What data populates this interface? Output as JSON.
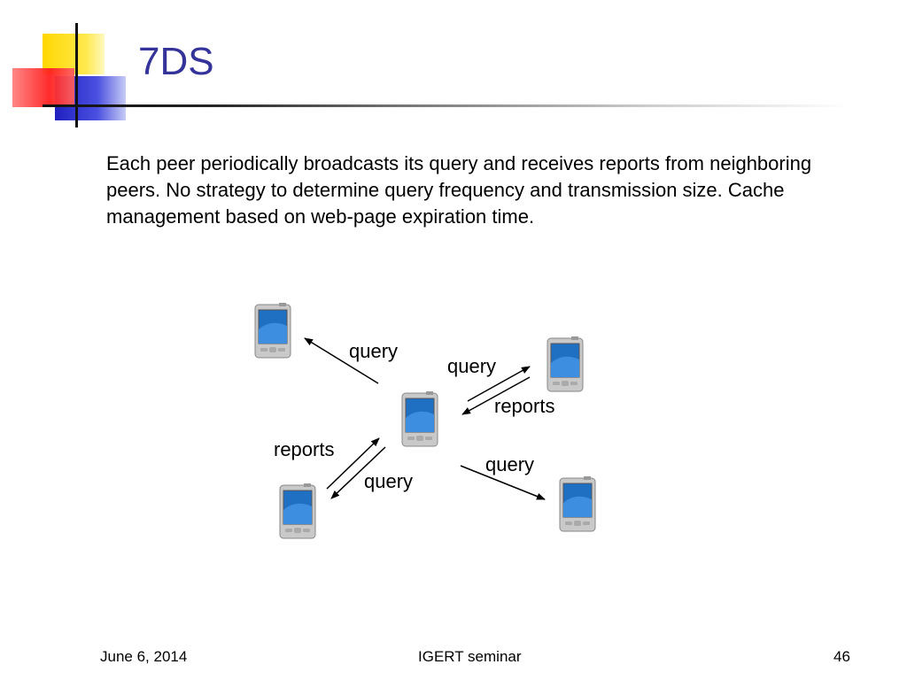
{
  "slide": {
    "title": "7DS",
    "body": "Each peer periodically broadcasts its query and receives reports from neighboring peers. No strategy to determine query frequency and transmission size. Cache management based on web-page expiration time."
  },
  "diagram": {
    "labels": {
      "query_top_left": "query",
      "query_top_right": "query",
      "reports_right": "reports",
      "reports_left": "reports",
      "query_bottom_left": "query",
      "query_bottom_right": "query"
    },
    "device_icon": "pda-device-icon"
  },
  "footer": {
    "date": "June 6, 2014",
    "center": "IGERT seminar",
    "page": "46"
  },
  "colors": {
    "title": "#333399",
    "screen_blue": "#1f6fc2"
  }
}
